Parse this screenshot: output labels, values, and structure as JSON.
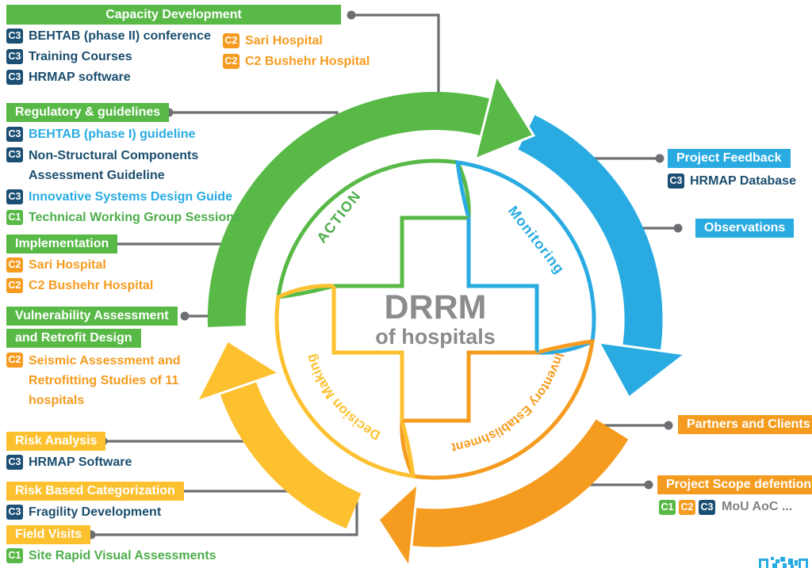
{
  "center": {
    "title": "DRRM",
    "subtitle": "of hospitals"
  },
  "quadrants": [
    {
      "label": "ACTION",
      "color": "#58B947"
    },
    {
      "label": "Monitoring",
      "color": "#29ABE2"
    },
    {
      "label": "Inventory Establishment",
      "color": "#F59C20"
    },
    {
      "label": "Decision Making",
      "color": "#FDC130"
    }
  ],
  "cycle_arrows": [
    {
      "name": "action-arrow",
      "color": "#58B947",
      "position": "top, clockwise"
    },
    {
      "name": "monitoring-arrow",
      "color": "#29ABE2",
      "position": "right, clockwise"
    },
    {
      "name": "inventory-arrow",
      "color": "#F59C20",
      "position": "bottom-right, clockwise"
    },
    {
      "name": "decision-arrow",
      "color": "#FDC130",
      "position": "bottom-left, clockwise"
    }
  ],
  "palette": {
    "green": "#58B947",
    "yellow": "#FDC130",
    "orange": "#F59C20",
    "cyan": "#29ABE2",
    "navy_badge": "#1C4F74",
    "navy_text": "#1B4E6E",
    "connector_gray": "#6D6E71",
    "center_text_gray": "#8A8C8E"
  },
  "sections": [
    {
      "header": "Capacity Development",
      "items": [
        {
          "badge": "C3",
          "text": "BEHTAB (phase II) conference"
        },
        {
          "badge": "C3",
          "text": "Training Courses"
        },
        {
          "badge": "C3",
          "text": "HRMAP software"
        }
      ],
      "items_right": [
        {
          "badge": "C2",
          "text": "Sari Hospital"
        },
        {
          "badge": "C2",
          "text": "C2 Bushehr Hospital"
        }
      ]
    },
    {
      "header": "Regulatory & guidelines",
      "items": [
        {
          "badge": "C3",
          "text": "BEHTAB (phase I) guideline"
        },
        {
          "badge": "C3",
          "text": "Non-Structural Components Assessment Guideline"
        },
        {
          "badge": "C3",
          "text": "Innovative Systems Design Guide"
        },
        {
          "badge": "C1",
          "text": "Technical Working Group Sessions"
        }
      ]
    },
    {
      "header": "Implementation",
      "items": [
        {
          "badge": "C2",
          "text": "Sari Hospital"
        },
        {
          "badge": "C2",
          "text": "C2 Bushehr Hospital"
        }
      ]
    },
    {
      "header": "Vulnerability Assessment",
      "header_line2": "and Retrofit Design",
      "items": [
        {
          "badge": "C2",
          "text": "Seismic Assessment and Retrofitting Studies of 11 hospitals"
        }
      ]
    },
    {
      "header": "Risk Analysis",
      "items": [
        {
          "badge": "C3",
          "text": "HRMAP Software"
        }
      ]
    },
    {
      "header": "Risk Based Categorization",
      "items": [
        {
          "badge": "C3",
          "text": "Fragility Development"
        }
      ]
    },
    {
      "header": "Field Visits",
      "items": [
        {
          "badge": "C1",
          "text": "Site Rapid Visual Assessments"
        }
      ]
    },
    {
      "header": "Project Feedback",
      "items": [
        {
          "badge": "C3",
          "text": "HRMAP Database"
        }
      ]
    },
    {
      "header": "Observations",
      "items": []
    },
    {
      "header": "Partners and Clients",
      "items": []
    },
    {
      "header": "Project Scope defention",
      "badges": [
        "C1",
        "C2",
        "C3"
      ],
      "badges_text": "MoU AoC ..."
    }
  ]
}
